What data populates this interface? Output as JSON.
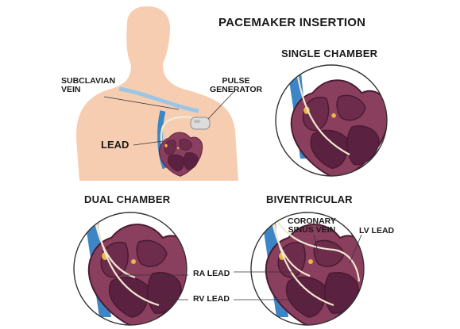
{
  "title": "PACEMAKER INSERTION",
  "sections": {
    "single": "SINGLE CHAMBER",
    "dual": "DUAL CHAMBER",
    "biventricular": "BIVENTRICULAR"
  },
  "labels": {
    "subclavian_line1": "SUBCLAVIAN",
    "subclavian_line2": "VEIN",
    "pulse_line1": "PULSE",
    "pulse_line2": "GENERATOR",
    "lead": "LEAD",
    "ra_lead": "RA LEAD",
    "rv_lead": "RV LEAD",
    "coronary_line1": "CORONARY",
    "coronary_line2": "SINUS VEIN",
    "lv_lead": "LV LEAD"
  },
  "colors": {
    "skin": "#f7cdb1",
    "heart": "#8a3f5e",
    "heart_dark": "#5b2140",
    "heart_inner": "#6d2c4b",
    "vein": "#3d86c6",
    "lead_wire": "#f2e9d0",
    "generator": "#dcdcdc",
    "circle_stroke": "#333333"
  }
}
